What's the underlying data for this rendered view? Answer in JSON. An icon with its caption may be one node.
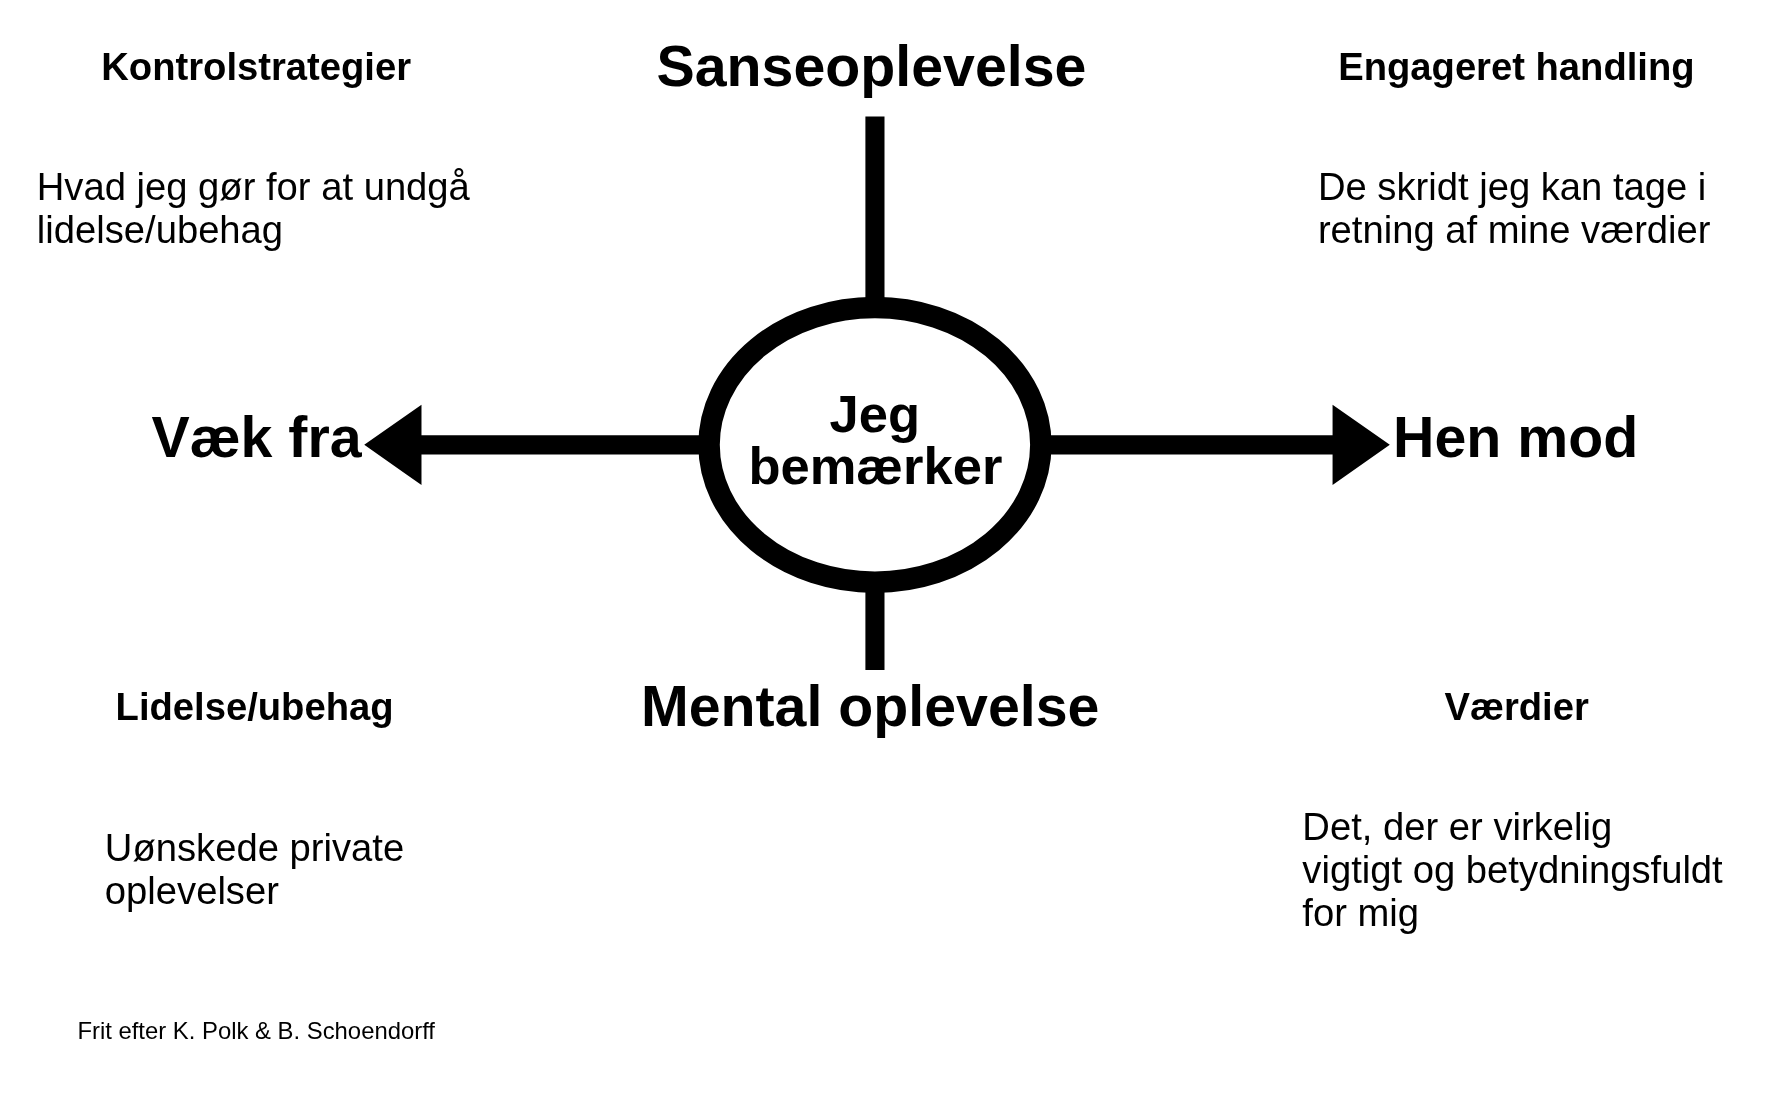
{
  "diagram": {
    "nodes": [
      {
        "text": [
          "Jeg bemærker"
        ]
      },
      {
        "text": [
          "Sanseoplevelse"
        ]
      },
      {
        "text": [
          "Væk fra"
        ]
      },
      {
        "text": [
          "Hen mod"
        ]
      },
      {
        "text": [
          "Mental oplevelse"
        ]
      }
    ],
    "edges": [
      {
        "from": 1,
        "to": 0,
        "arrow": "none"
      },
      {
        "from": 0,
        "to": 2,
        "arrow": "to"
      },
      {
        "from": 0,
        "to": 3,
        "arrow": "to"
      },
      {
        "from": 0,
        "to": 4,
        "arrow": "none"
      }
    ],
    "labels": [
      "Kontrolstrategier",
      "Hvad jeg gør for at undgå lidelse/ubehag",
      "Engageret handling",
      "De skridt jeg kan tage i retning af mine værdier",
      "Lidelse/ubehag",
      "Uønskede private oplevelser",
      "Værdier",
      "Det, der er virkelig vigtigt og betydningsfuldt for mig",
      "Frit efter K. Polk & B. Schoendorff"
    ]
  }
}
